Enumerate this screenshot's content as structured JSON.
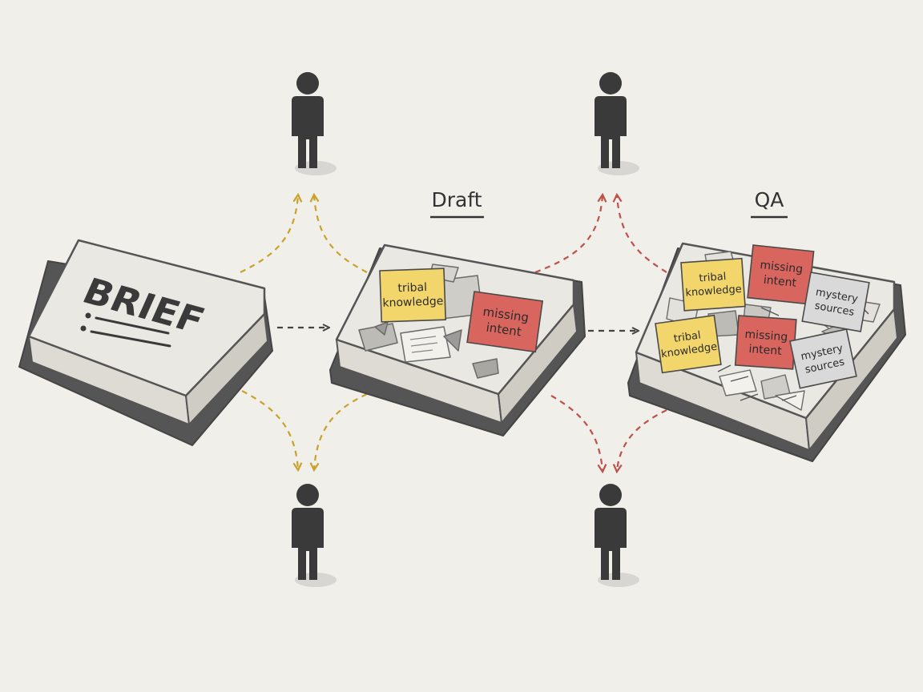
{
  "stages": {
    "brief": {
      "label": "BRIEF"
    },
    "draft": {
      "label": "Draft"
    },
    "qa": {
      "label": "QA"
    }
  },
  "notes": {
    "tribal_knowledge": [
      "tribal",
      "knowledge"
    ],
    "missing_intent": [
      "missing",
      "intent"
    ],
    "mystery_sources": [
      "mystery",
      "sources"
    ]
  },
  "colors": {
    "background": "#f1efea",
    "handoff_brief_draft": "#c9a22c",
    "handoff_draft_qa": "#c0504a",
    "flow_arrow": "#444444",
    "person": "#3a3a3a",
    "note_yellow": "#f3d66b",
    "note_red": "#d9655f",
    "note_gray": "#d9d9d9"
  },
  "icons": {
    "person": "person-icon",
    "flow": "arrow-right-icon"
  }
}
